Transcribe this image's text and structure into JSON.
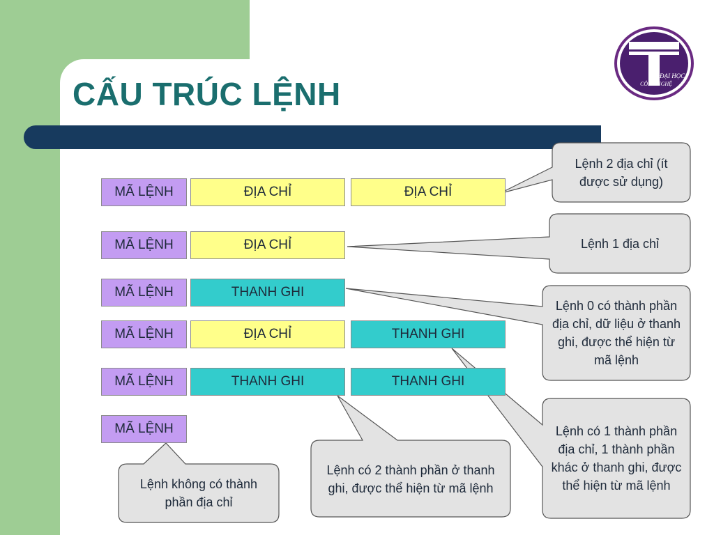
{
  "slide": {
    "title": "CẤU TRÚC LỆNH",
    "logo_text": "ĐẠI HỌC CÔNG NGHỆ",
    "colors": {
      "green": "#9ecd94",
      "rule": "#173a5e",
      "title": "#1a6e6e",
      "opcode": "#c39cf2",
      "address": "#ffff8a",
      "register": "#33cccc",
      "callout": "#e3e3e3"
    }
  },
  "instructions": {
    "opcode": "MÃ LỆNH",
    "address": "ĐỊA CHỈ",
    "register": "THANH GHI"
  },
  "callouts": {
    "two_address": "Lệnh 2 địa chỉ (ít được sử dụng)",
    "one_address": "Lệnh 1 địa chỉ",
    "zero_address": "Lệnh 0 có thành phần địa chỉ, dữ liệu ở thanh ghi, được thể hiện từ mã lệnh",
    "one_plus_register": "Lệnh có 1 thành phần địa chỉ, 1 thành phần khác ở thanh ghi, được thể hiện từ mã lệnh",
    "two_registers": "Lệnh có 2 thành phần   ở thanh ghi, được thể hiện từ mã lệnh",
    "no_address": "Lệnh không có thành phần địa chỉ"
  }
}
